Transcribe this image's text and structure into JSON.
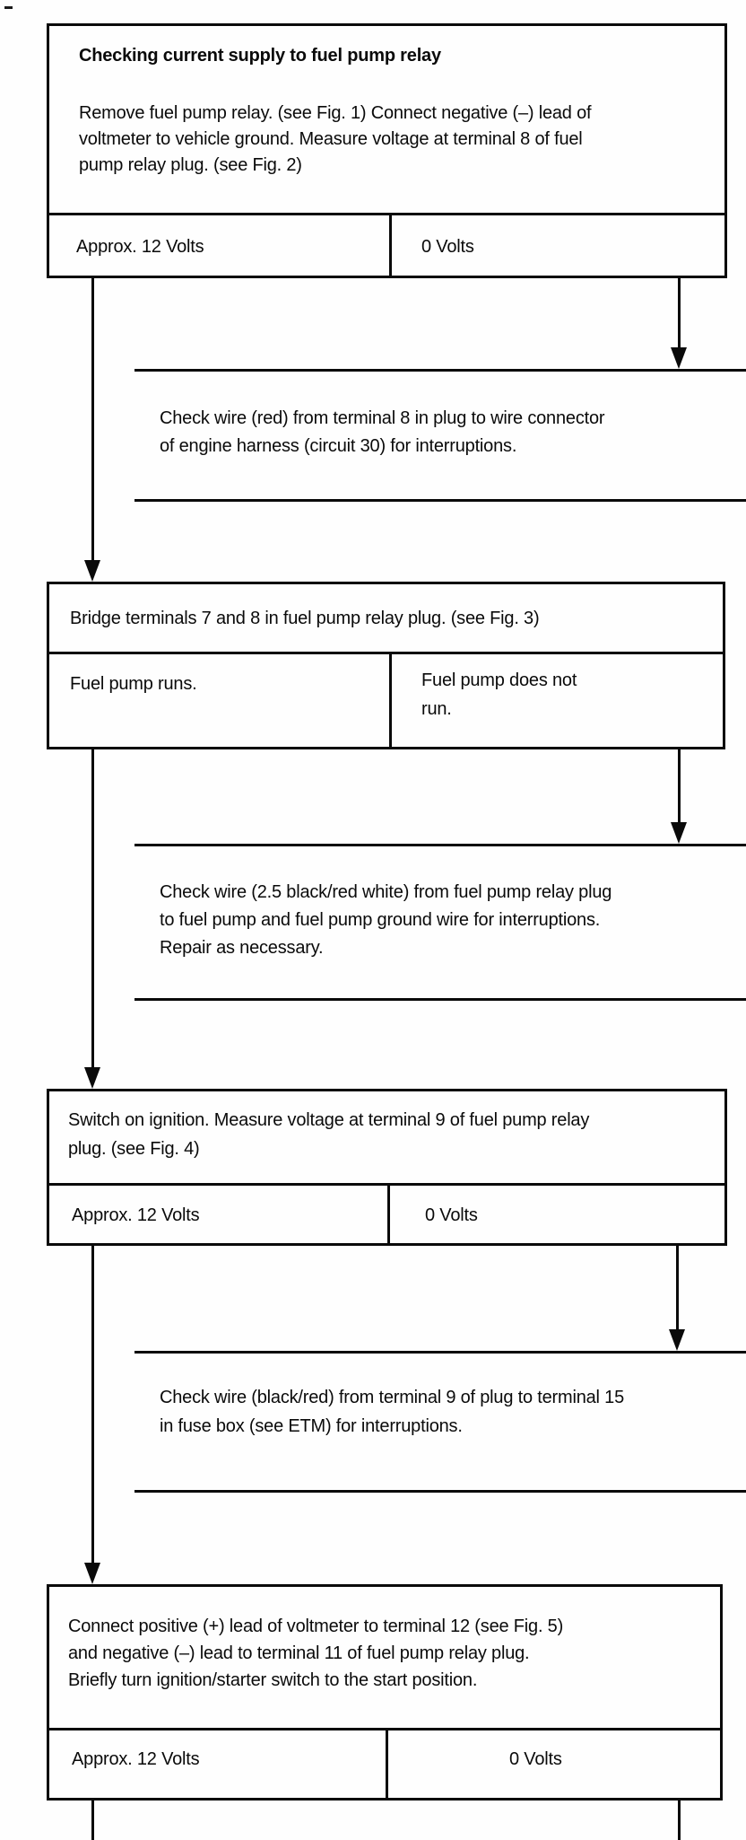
{
  "colors": {
    "ink": "#0a0a0a",
    "paper": "#fefefe"
  },
  "flowchart": {
    "step1": {
      "title": "Checking current supply to fuel pump relay",
      "body_lines": [
        "Remove fuel pump relay. (see Fig. 1) Connect negative (–) lead of",
        "voltmeter to vehicle ground. Measure voltage at terminal 8 of fuel",
        "pump relay plug. (see Fig. 2)"
      ],
      "result_left": "Approx. 12 Volts",
      "result_right": "0 Volts"
    },
    "remedy1": {
      "lines": [
        "Check wire (red) from terminal 8 in plug to wire connector",
        "of engine harness (circuit 30) for interruptions."
      ]
    },
    "step2": {
      "body": "Bridge terminals 7 and 8 in fuel pump relay plug. (see Fig. 3)",
      "result_left": "Fuel pump runs.",
      "result_right_lines": [
        "Fuel pump does not",
        "run."
      ]
    },
    "remedy2": {
      "lines": [
        "Check wire (2.5 black/red white) from fuel pump relay plug",
        "to fuel pump and fuel pump ground wire for interruptions.",
        "Repair as necessary."
      ]
    },
    "step3": {
      "body_lines": [
        "Switch on ignition. Measure voltage at terminal 9 of fuel pump relay",
        "plug. (see Fig. 4)"
      ],
      "result_left": "Approx. 12 Volts",
      "result_right": "0 Volts"
    },
    "remedy3": {
      "lines": [
        "Check wire (black/red) from terminal 9 of plug to terminal 15",
        "in fuse box (see ETM) for interruptions."
      ]
    },
    "step4": {
      "body_lines": [
        "Connect positive (+) lead of voltmeter to terminal 12  (see Fig. 5)",
        "and negative (–) lead to terminal 11 of fuel pump relay plug.",
        "Briefly turn ignition/starter switch to the start position."
      ],
      "result_left": "Approx. 12 Volts",
      "result_right": "0 Volts"
    }
  }
}
